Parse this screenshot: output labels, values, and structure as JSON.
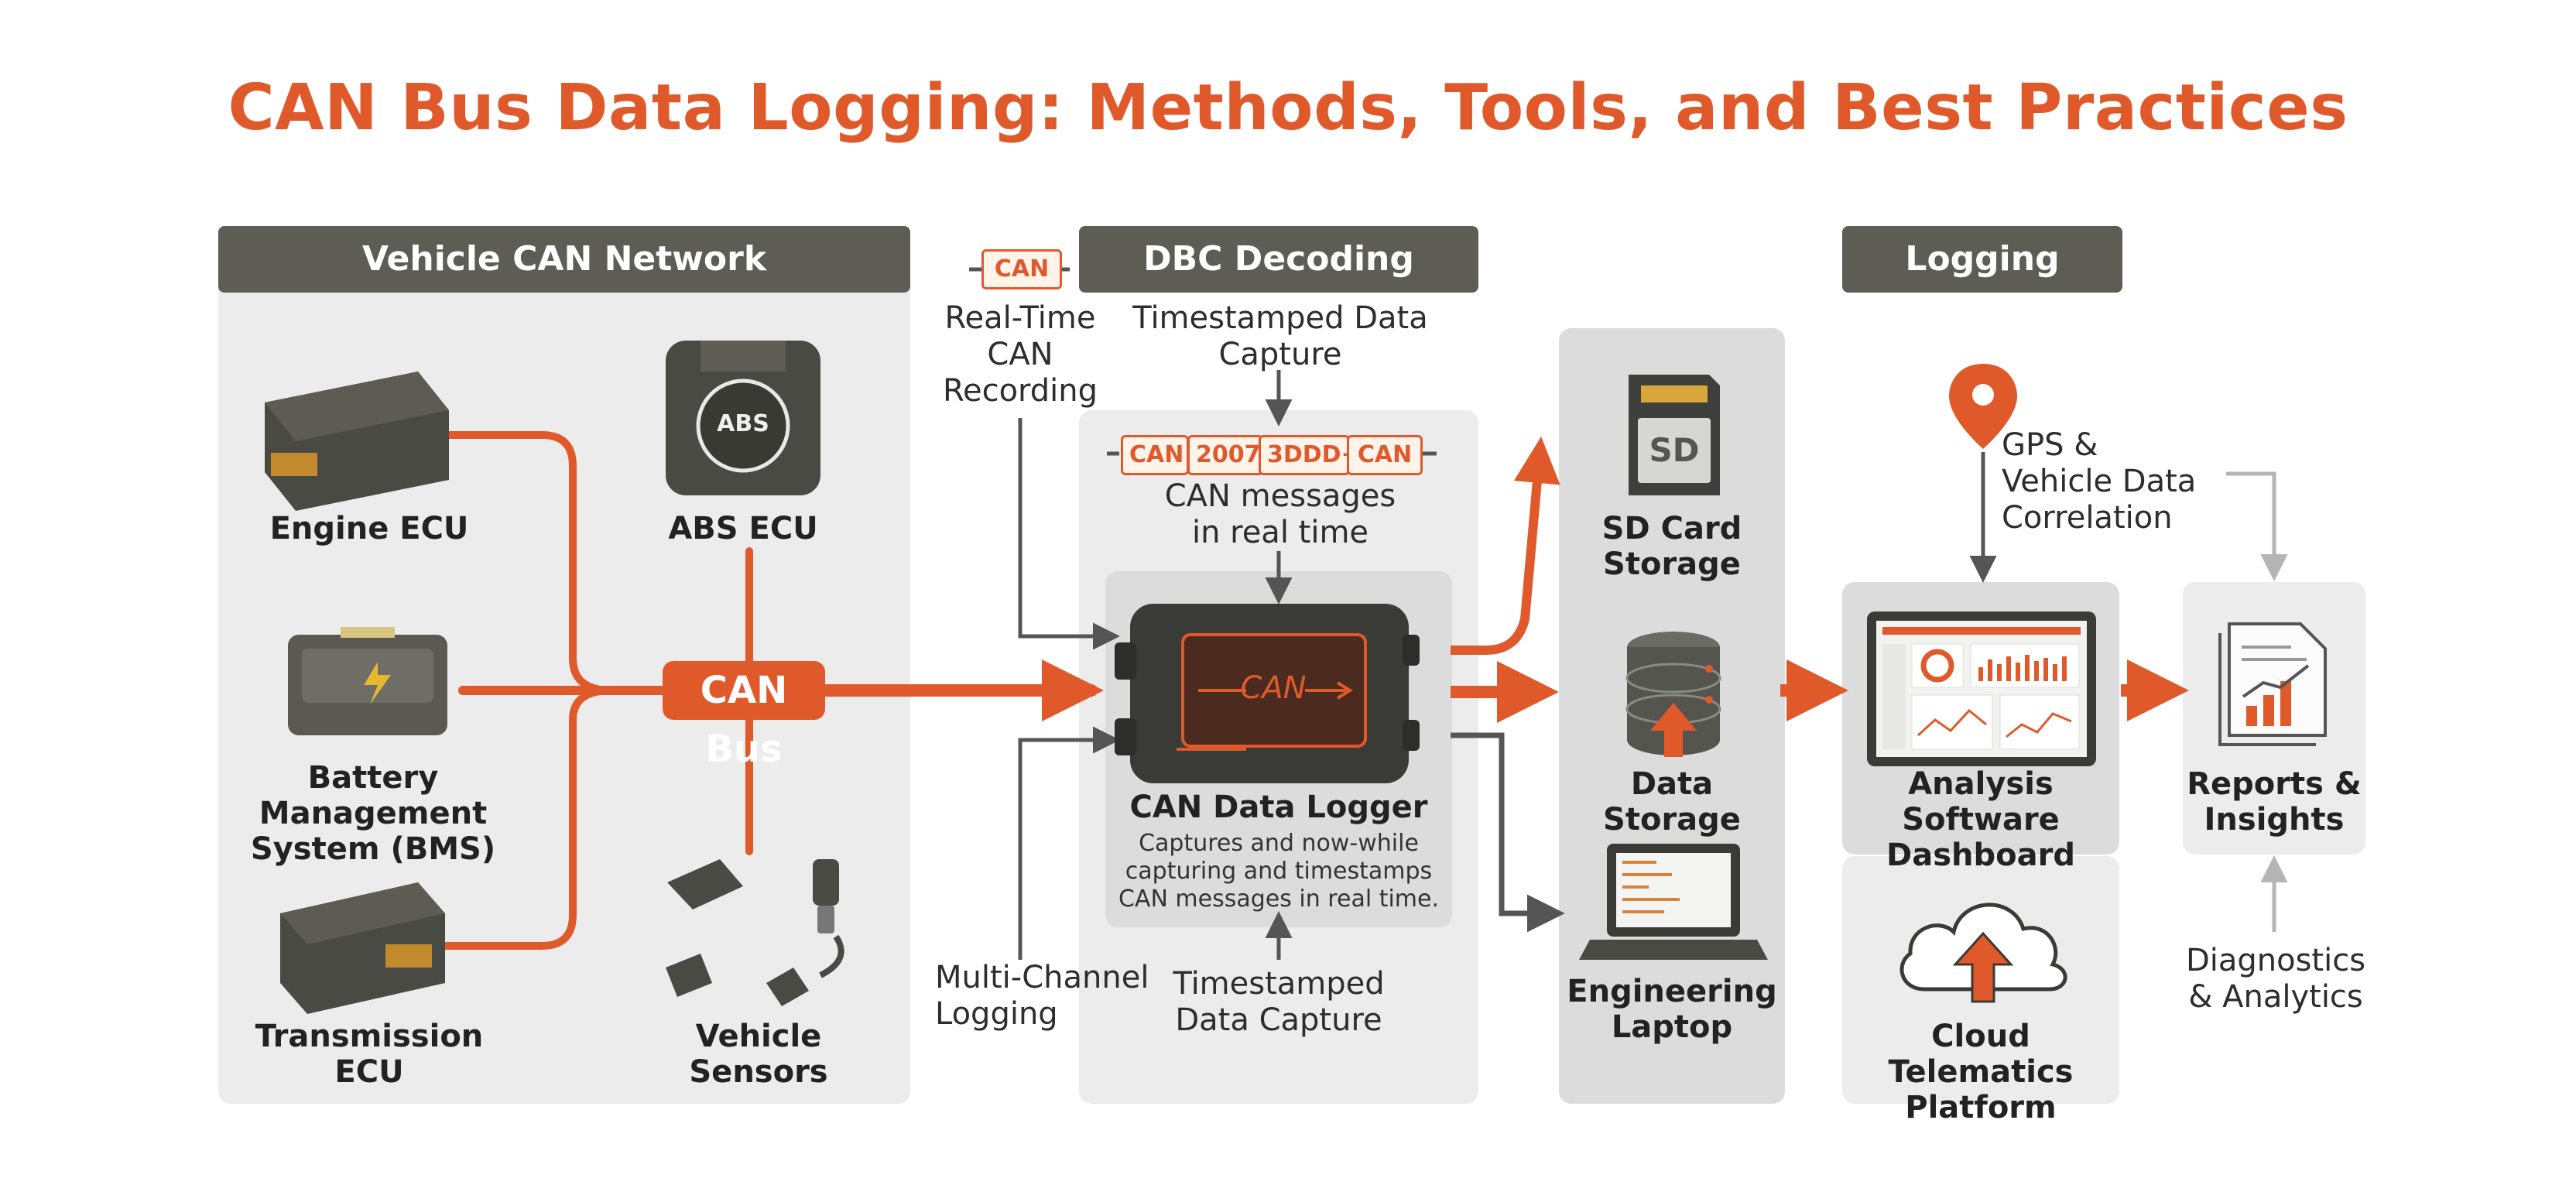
{
  "title": "CAN Bus Data Logging: Methods, Tools, and Best Practices",
  "colors": {
    "accent": "#e0592a",
    "header": "#5d5c55",
    "panel": "#ececec",
    "device": "#4a4a44"
  },
  "sections": {
    "vehicle_network": "Vehicle CAN Network",
    "dbc_decoding": "DBC Decoding",
    "logging": "Logging"
  },
  "vehicle_nodes": {
    "engine_ecu": "Engine ECU",
    "abs_ecu": "ABS ECU",
    "abs_badge": "ABS",
    "bms": [
      "Battery Management",
      "System (BMS)"
    ],
    "transmission": [
      "Transmission",
      "ECU"
    ],
    "sensors": [
      "Vehicle",
      "Sensors"
    ]
  },
  "can_bus_label": "CAN Bus",
  "decoding": {
    "can_chip": "CAN",
    "realtime_recording": [
      "Real-Time",
      "CAN",
      "Recording"
    ],
    "timestamped_top": [
      "Timestamped Data",
      "Capture"
    ],
    "message_chips": [
      "CAN",
      "2007",
      "3DDD+",
      "CAN"
    ],
    "messages_realtime": [
      "CAN messages",
      "in real time"
    ],
    "logger_screen": "CAN",
    "logger_title": "CAN Data Logger",
    "logger_desc": [
      "Captures and now-while",
      "capturing and timestamps",
      "CAN messages in real time."
    ],
    "multichannel": [
      "Multi-Channel",
      "Logging"
    ],
    "timestamped_bottom": [
      "Timestamped",
      "Data Capture"
    ]
  },
  "storage": {
    "sd_label": "SD",
    "sd_card": [
      "SD Card",
      "Storage"
    ],
    "data_storage": "Data Storage",
    "laptop": [
      "Engineering",
      "Laptop"
    ]
  },
  "logging": {
    "gps": [
      "GPS &",
      "Vehicle Data",
      "Correlation"
    ],
    "dashboard": [
      "Analysis Software",
      "Dashboard"
    ],
    "cloud": [
      "Cloud Telematics",
      "Platform"
    ],
    "reports": [
      "Reports &",
      "Insights"
    ],
    "diagnostics": [
      "Diagnostics",
      "& Analytics"
    ]
  }
}
